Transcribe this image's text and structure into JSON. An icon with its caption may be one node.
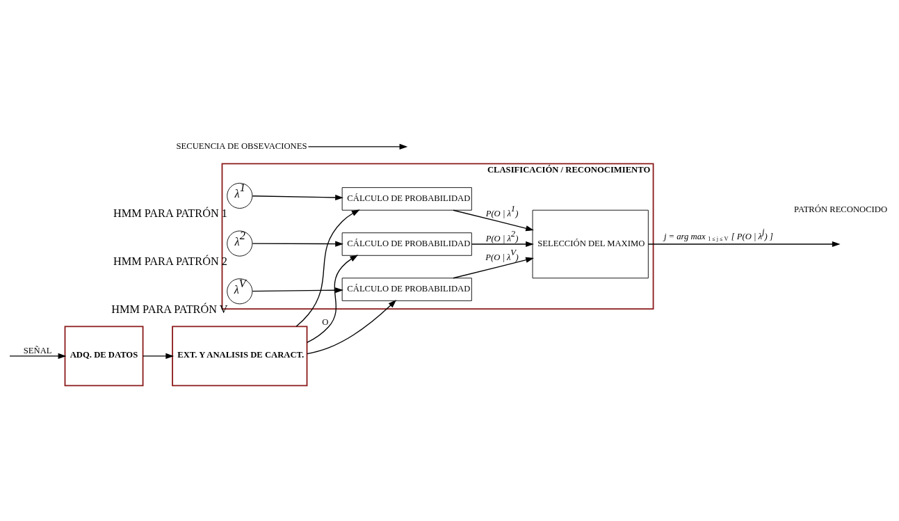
{
  "diagram": {
    "nodes": [
      {
        "text": [
          "ADQ. DE DATOS"
        ]
      },
      {
        "text": [
          "EXT. Y ANALISIS DE CARACT."
        ]
      },
      {
        "text": [
          "CLASIFICACIÓN / RECONOCIMIENTO"
        ]
      },
      {
        "text": [
          "λ$^{1}$"
        ],
        "beside": [
          "HMM PARA PATRÓN 1"
        ],
        "in": 2
      },
      {
        "text": [
          "CÁLCULO DE PROBABILIDAD"
        ],
        "in": 2
      },
      {
        "text": [
          "λ$^{2}$"
        ],
        "beside": [
          "HMM PARA PATRÓN 2"
        ],
        "in": 2
      },
      {
        "text": [
          "CÁLCULO DE PROBABILIDAD"
        ],
        "in": 2
      },
      {
        "text": [
          "λ$^{V}$"
        ],
        "beside": [
          "HMM PARA PATRÓN V"
        ],
        "in": 2
      },
      {
        "text": [
          "CÁLCULO DE PROBABILIDAD"
        ],
        "in": 2
      },
      {
        "text": [
          "SELECCIÓN DEL MAXIMO"
        ],
        "in": 2
      },
      {
        "text": [
          "SECUENCIA DE OBSEVACIONES"
        ]
      }
    ],
    "edges": [
      {
        "from": null,
        "to": 0,
        "arrow": "to",
        "label": "SEÑAL"
      },
      {
        "from": 0,
        "to": 1,
        "arrow": "to"
      },
      {
        "from": 1,
        "to": 4,
        "arrow": "to"
      },
      {
        "from": 1,
        "to": 6,
        "arrow": "to",
        "label": "O"
      },
      {
        "from": 1,
        "to": 8,
        "arrow": "to"
      },
      {
        "from": 3,
        "to": 4,
        "arrow": "to"
      },
      {
        "from": 5,
        "to": 6,
        "arrow": "to"
      },
      {
        "from": 7,
        "to": 8,
        "arrow": "to"
      },
      {
        "from": 4,
        "to": 9,
        "arrow": "to",
        "label": "P(O | λ$^{1}$)"
      },
      {
        "from": 6,
        "to": 9,
        "arrow": "to",
        "label": "P(O | λ$^{2}$)"
      },
      {
        "from": 8,
        "to": 9,
        "arrow": "to",
        "label": "P(O | λ$^{V}$)"
      },
      {
        "from": 9,
        "to": null,
        "arrow": "to",
        "label": "j = arg max$_{1 ≤ j ≤ V}$ [ P(O | λ$^{j}$) ]"
      },
      {
        "from": 10,
        "to": null,
        "arrow": "to"
      }
    ],
    "labels": [
      "PATRÓN RECONOCIDO"
    ]
  }
}
